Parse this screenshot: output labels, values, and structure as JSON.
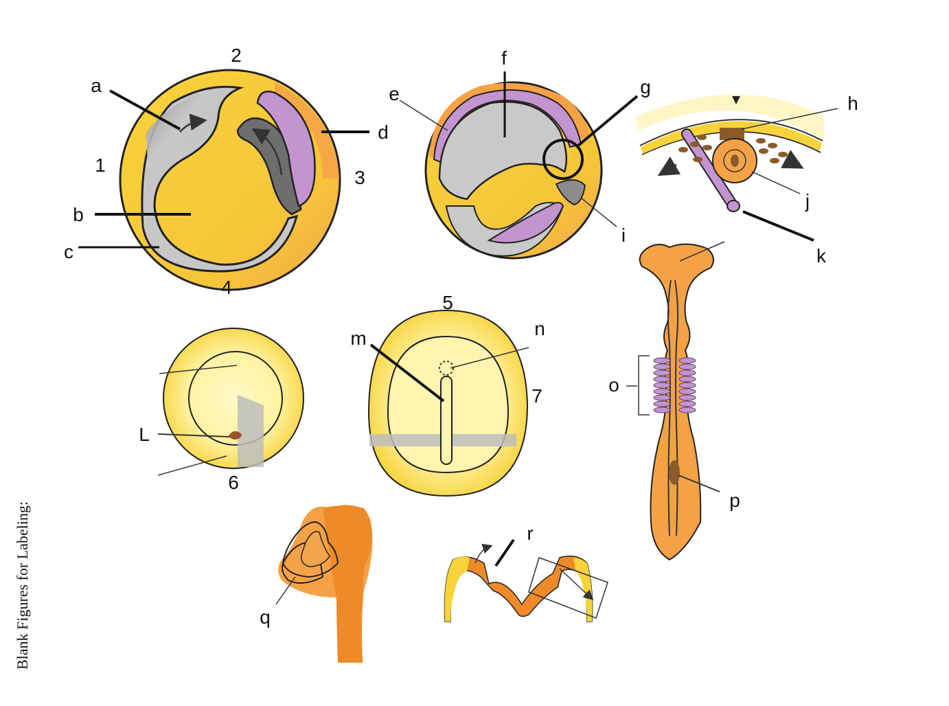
{
  "side_caption": "Blank Figures for Labeling:",
  "labels": {
    "a": "a",
    "b": "b",
    "c": "c",
    "d": "d",
    "e": "e",
    "f": "f",
    "g": "g",
    "h": "h",
    "i": "i",
    "j": "j",
    "k": "k",
    "L": "L",
    "m": "m",
    "n": "n",
    "o": "o",
    "p": "p",
    "q": "q",
    "r": "r",
    "n1": "1",
    "n2": "2",
    "n3": "3",
    "n4": "4",
    "n5": "5",
    "n6": "6",
    "n7": "7"
  },
  "colors": {
    "yolk_yellow": "#F8D33A",
    "pale_yellow": "#FFF6B8",
    "orange": "#F5A247",
    "dark_orange": "#EE8A2A",
    "purple": "#C394CF",
    "gray": "#B9B9B9",
    "dark_gray": "#7E7E7E",
    "brown": "#8B5A2B"
  }
}
